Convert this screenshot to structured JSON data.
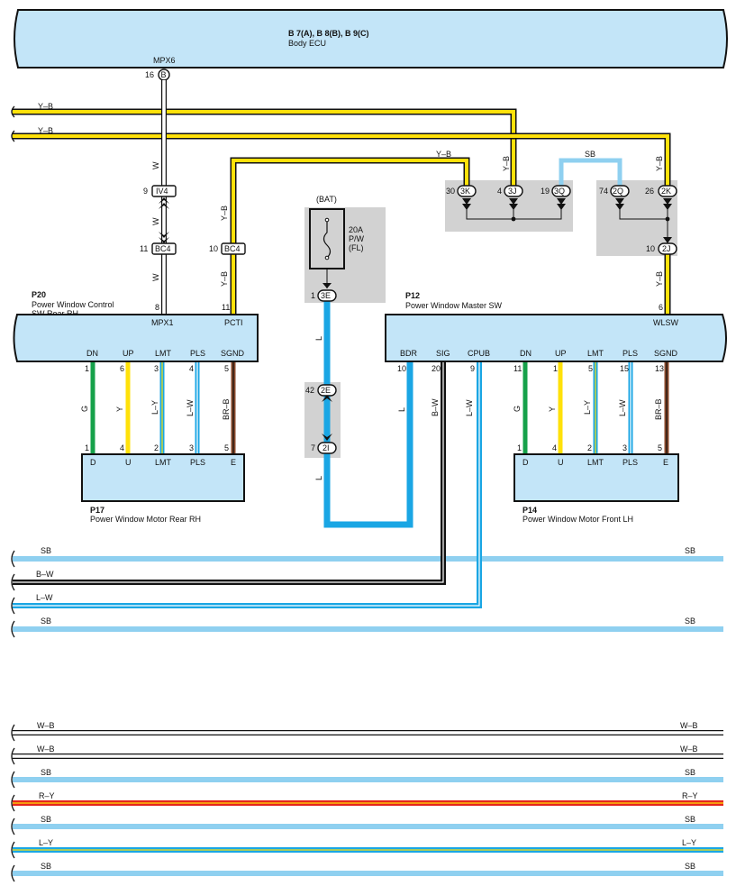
{
  "body_ecu": {
    "code": "B 7(A), B 8(B), B 9(C)",
    "name": "Body ECU",
    "pin_label": "MPX6",
    "pin_num": "16",
    "connector": "B"
  },
  "p20": {
    "code": "P20",
    "name_line1": "Power Window Control",
    "name_line2": "SW Rear RH",
    "top_pins": [
      {
        "label": "MPX1",
        "num": "8"
      },
      {
        "label": "PCTI",
        "num": "11"
      }
    ],
    "bottom_pins": [
      {
        "label": "DN",
        "num": "1",
        "wire": "G",
        "color": "#16a14a"
      },
      {
        "label": "UP",
        "num": "6",
        "wire": "Y",
        "color": "#ffe10a"
      },
      {
        "label": "LMT",
        "num": "3",
        "wire": "L–Y",
        "color": "#1aa6e4"
      },
      {
        "label": "PLS",
        "num": "4",
        "wire": "L–W",
        "color": "#1aa6e4"
      },
      {
        "label": "SGND",
        "num": "5",
        "wire": "BR–B",
        "color": "#8b4a2b"
      }
    ]
  },
  "p17": {
    "code": "P17",
    "name": "Power Window Motor Rear RH",
    "pins": [
      {
        "label": "D",
        "num": "1"
      },
      {
        "label": "U",
        "num": "4"
      },
      {
        "label": "LMT",
        "num": "2"
      },
      {
        "label": "PLS",
        "num": "3"
      },
      {
        "label": "E",
        "num": "5"
      }
    ]
  },
  "p12": {
    "code": "P12",
    "name": "Power Window Master SW",
    "top_pin": {
      "label": "WLSW",
      "num": "6"
    },
    "bottom_pins": [
      {
        "label": "BDR",
        "num": "10",
        "wire": "L"
      },
      {
        "label": "SIG",
        "num": "20",
        "wire": "B–W"
      },
      {
        "label": "CPUB",
        "num": "9",
        "wire": "L–W"
      },
      {
        "label": "DN",
        "num": "11",
        "wire": "G",
        "color": "#16a14a"
      },
      {
        "label": "UP",
        "num": "1",
        "wire": "Y",
        "color": "#ffe10a"
      },
      {
        "label": "LMT",
        "num": "5",
        "wire": "L–Y",
        "color": "#1aa6e4"
      },
      {
        "label": "PLS",
        "num": "15",
        "wire": "L–W",
        "color": "#1aa6e4"
      },
      {
        "label": "SGND",
        "num": "13",
        "wire": "BR–B",
        "color": "#8b4a2b"
      }
    ]
  },
  "p14": {
    "code": "P14",
    "name": "Power Window Motor Front LH",
    "pins": [
      {
        "label": "D",
        "num": "1"
      },
      {
        "label": "U",
        "num": "4"
      },
      {
        "label": "LMT",
        "num": "2"
      },
      {
        "label": "PLS",
        "num": "3"
      },
      {
        "label": "E",
        "num": "5"
      }
    ]
  },
  "fuse": {
    "source": "(BAT)",
    "rating": "20A",
    "name": "P/W",
    "location": "(FL)"
  },
  "junctions": [
    {
      "id": "IV4",
      "num": "9"
    },
    {
      "id": "BC4",
      "num": "11"
    },
    {
      "id": "BC4",
      "num": "10"
    },
    {
      "id": "3E",
      "num": "1"
    },
    {
      "id": "2E",
      "num": "42"
    },
    {
      "id": "2I",
      "num": "7"
    },
    {
      "id": "3K",
      "num": "30"
    },
    {
      "id": "3J",
      "num": "4"
    },
    {
      "id": "3Q",
      "num": "19"
    },
    {
      "id": "2Q",
      "num": "74"
    },
    {
      "id": "2K",
      "num": "26"
    },
    {
      "id": "2J",
      "num": "10"
    }
  ],
  "wire_codes": {
    "w": "W",
    "yb": "Y–B",
    "sb": "SB",
    "l": "L",
    "bw": "B–W",
    "lw": "L–W",
    "wb": "W–B",
    "ry": "R–Y",
    "ly": "L–Y"
  },
  "colors": {
    "yellow": "#ffe10a",
    "sky": "#8fd0f0",
    "blue": "#1aa6e4",
    "black": "#111111",
    "red": "#e5261b",
    "green": "#16a14a",
    "brown": "#8b4a2b",
    "box_fill": "#c3e5f8",
    "gray": "#d2d2d2"
  }
}
